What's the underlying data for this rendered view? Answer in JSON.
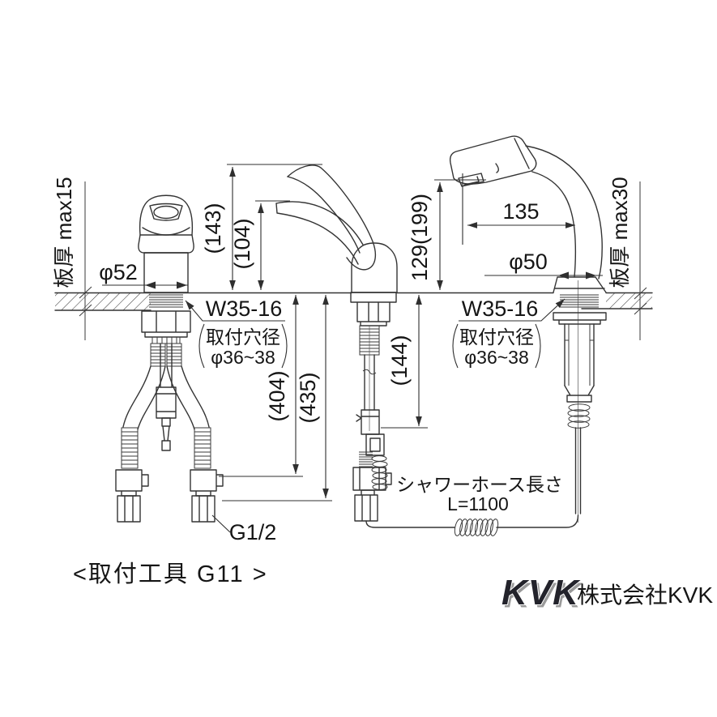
{
  "page": {
    "background": "#ffffff",
    "line_color": "#343434"
  },
  "drawing": {
    "labels": {
      "plate_thickness_left": "板厚 max15",
      "plate_thickness_right": "板厚 max30",
      "dia_52": "φ52",
      "dia_50": "φ50",
      "h_143": "(143)",
      "h_104": "(104)",
      "h_129_199": "129(199)",
      "w_135": "135",
      "d_404": "(404)",
      "d_435": "(435)",
      "d_144": "(144)",
      "thread_left": "W35-16",
      "thread_right": "W35-16",
      "hole_left": {
        "line1": "取付穴径",
        "line2": "φ36~38"
      },
      "hole_right": {
        "line1": "取付穴径",
        "line2": "φ36~38"
      },
      "supply_thread": "G1/2",
      "hose_note": {
        "line1": "シャワーホース長さ",
        "line2": "L=1100"
      }
    },
    "footer": {
      "tool_note": "<取付工具 G11 >",
      "logo_text": "KVK",
      "company_name": "株式会社KVK"
    }
  }
}
